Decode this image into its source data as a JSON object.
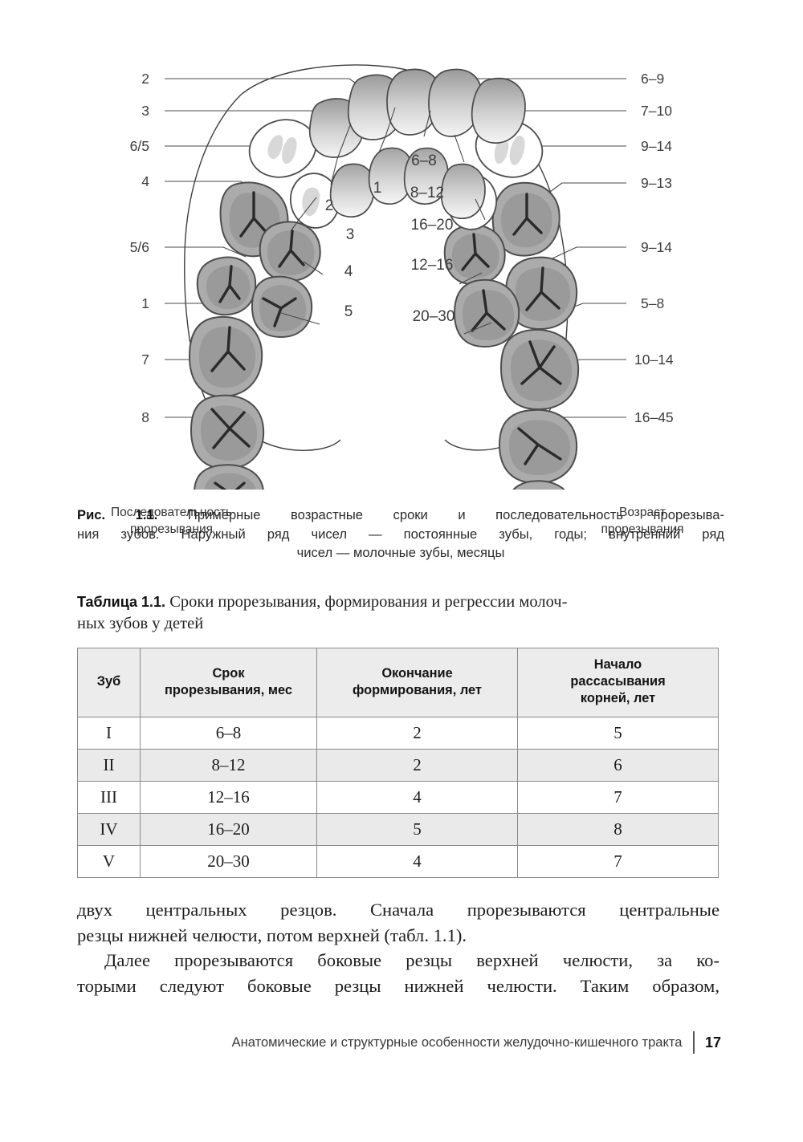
{
  "figure": {
    "left_labels": [
      "2",
      "3",
      "6/5",
      "4",
      "5/6",
      "1",
      "7",
      "8"
    ],
    "right_labels": [
      "6–9",
      "7–10",
      "9–14",
      "9–13",
      "9–14",
      "5–8",
      "10–14",
      "16–45"
    ],
    "inner_left_labels": [
      "1",
      "2",
      "3",
      "4",
      "5"
    ],
    "inner_right_labels": [
      "6–8",
      "8–12",
      "16–20",
      "12–16",
      "20–30"
    ],
    "caption_left": "Последовательность\nпрорезывания",
    "caption_right": "Возраст\nпрорезывания",
    "caption_label": "Рис. 1.1.",
    "caption_line1": " Примерные возрастные сроки и последовательность прорезыва-",
    "caption_line2": "ния зубов. Наружный ряд чисел — постоянные зубы, годы; внутренний ряд",
    "caption_line3": "чисел — молочные зубы, месяцы"
  },
  "table": {
    "caption_label": "Таблица 1.1.",
    "caption_line1": " Сроки прорезывания, формирования и регрессии молоч-",
    "caption_line2": "ных зубов у детей",
    "headers": [
      "Зуб",
      "Срок\nпрорезывания, мес",
      "Окончание\nформирования, лет",
      "Начало\nрассасывания\nкорней, лет"
    ],
    "rows": [
      [
        "I",
        "6–8",
        "2",
        "5"
      ],
      [
        "II",
        "8–12",
        "2",
        "6"
      ],
      [
        "III",
        "12–16",
        "4",
        "7"
      ],
      [
        "IV",
        "16–20",
        "5",
        "8"
      ],
      [
        "V",
        "20–30",
        "4",
        "7"
      ]
    ]
  },
  "body": {
    "p1_l1": "двух центральных резцов. Сначала прорезываются центральные",
    "p1_l2": "резцы нижней челюсти, потом верхней (табл. 1.1).",
    "p2_l1": "Далее прорезываются боковые резцы верхней челюсти, за ко-",
    "p2_l2": "торыми следуют боковые резцы нижней челюсти. Таким образом,"
  },
  "footer": {
    "title": "Анатомические и структурные особенности желудочно-кишечного тракта",
    "page_number": "17"
  },
  "colors": {
    "tooth_gray": "#ababab",
    "tooth_gray_inner": "#9a9a9a",
    "tooth_white": "#ffffff",
    "fissure": "#2a2a2a",
    "outline": "#4d4d4d",
    "table_header_bg": "#ececec",
    "table_alt_row_bg": "#eaeaea"
  }
}
